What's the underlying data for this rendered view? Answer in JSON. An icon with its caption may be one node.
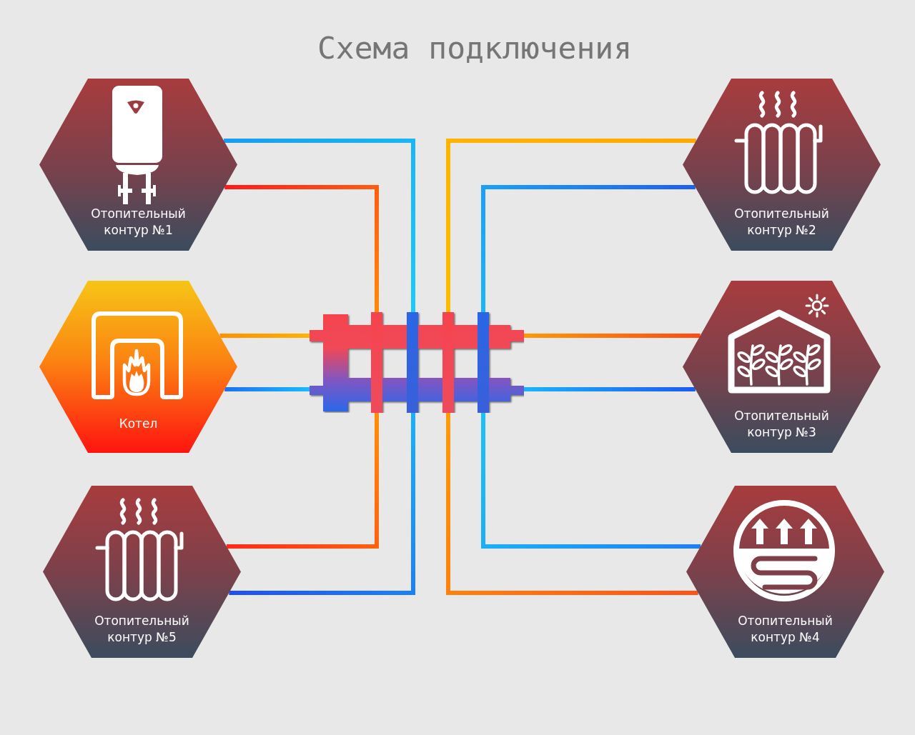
{
  "diagram": {
    "title": "Схема подключения",
    "nodes": [
      {
        "text": [
          "Отопительный контур №1"
        ]
      },
      {
        "text": [
          "Отопительный контур №2"
        ]
      },
      {
        "text": [
          "Котел"
        ]
      },
      {
        "text": [],
        "shape": "picture"
      },
      {
        "text": [
          "Отопительный контур №3"
        ]
      },
      {
        "text": [
          "Отопительный контур №5"
        ]
      },
      {
        "text": [
          "Отопительный контур №4"
        ]
      }
    ],
    "edges": [
      {
        "from": 0,
        "to": 3,
        "arrow": "none",
        "color": "#1a9cf0"
      },
      {
        "from": 0,
        "to": 3,
        "arrow": "none",
        "color": "#ff1a1a"
      },
      {
        "from": 1,
        "to": 3,
        "arrow": "none",
        "color": "#ffa800"
      },
      {
        "from": 1,
        "to": 3,
        "arrow": "none",
        "color": "#1e60f0"
      },
      {
        "from": 2,
        "to": 3,
        "arrow": "none",
        "color": "#ff9000"
      },
      {
        "from": 2,
        "to": 3,
        "arrow": "none",
        "color": "#1e70f0"
      },
      {
        "from": 4,
        "to": 3,
        "arrow": "none",
        "color": "#ff4a12"
      },
      {
        "from": 4,
        "to": 3,
        "arrow": "none",
        "color": "#1e5af0"
      },
      {
        "from": 5,
        "to": 3,
        "arrow": "none",
        "color": "#ff2a18"
      },
      {
        "from": 5,
        "to": 3,
        "arrow": "none",
        "color": "#1e50f0"
      },
      {
        "from": 6,
        "to": 3,
        "arrow": "none",
        "color": "#1e80f0"
      },
      {
        "from": 6,
        "to": 3,
        "arrow": "none",
        "color": "#ff5018"
      }
    ]
  }
}
